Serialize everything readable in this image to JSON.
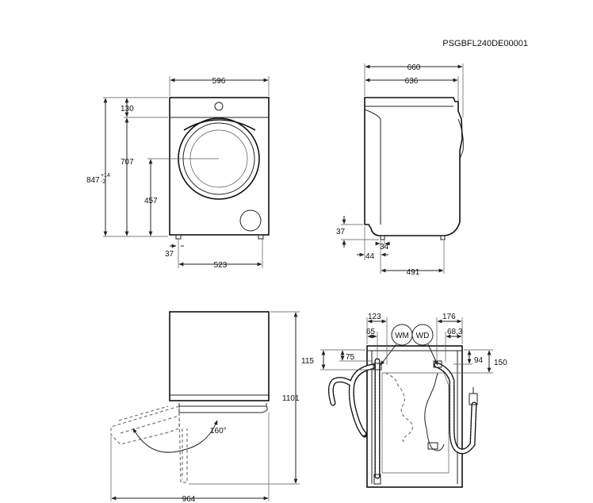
{
  "drawing_code": "PSGBFL240DE00001",
  "front_view": {
    "width": "596",
    "top_height": "130",
    "door_height": "707",
    "total_height_main": "847",
    "total_height_tol_plus": "+14",
    "total_height_tol_minus": "-2",
    "door_center_height": "457",
    "foot_height": "37",
    "foot_span": "523"
  },
  "side_view": {
    "total_depth": "660",
    "body_depth": "636",
    "foot_height": "37",
    "foot_setback": "44",
    "foot_width": "34",
    "foot_depth": "491"
  },
  "door_view": {
    "height": "1101",
    "opening_width": "964",
    "door_angle": "160°"
  },
  "rear_view": {
    "wm_label": "WM",
    "wd_label": "WD",
    "left_inlet_offset": "123",
    "left_outlet_offset": "65",
    "right_inlet_offset": "176",
    "right_outlet_offset": "68,3",
    "left_height_outer": "115",
    "left_height_inner": "75",
    "right_height_inner": "94",
    "right_height_outer": "150"
  }
}
